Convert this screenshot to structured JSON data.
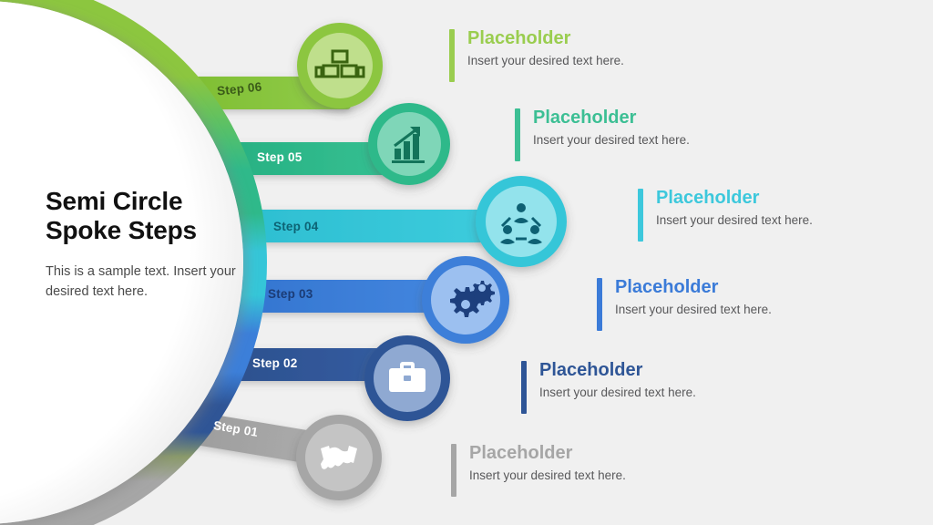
{
  "slide": {
    "background_color": "#f0f0f0",
    "title_line1": "Semi Circle",
    "title_line2": "Spoke Steps",
    "subtitle": "This is a sample text. Insert your desired text here."
  },
  "palette": {
    "green": "#8CC63F",
    "green_light": "#9ACD4F",
    "teal": "#2FB98A",
    "teal_ring": "#2BB888",
    "cyan": "#35C6D8",
    "cyan_ring": "#2FC3D6",
    "blue": "#3C7FD9",
    "blue_heading": "#3B7BD8",
    "navy": "#2F5596",
    "navy_heading": "#2E5596",
    "gray": "#A6A6A6",
    "gray_heading": "#A6A6A6",
    "body_text": "#58585a",
    "title_text": "#111111"
  },
  "steps": [
    {
      "id": "step-06",
      "label": "Step 06",
      "label_color": "#3a5a18",
      "color": "#8CC63F",
      "ring_color": "#7DBE2E",
      "disc_color": "#BFDF8C",
      "icon": "stacked-boxes-icon",
      "icon_color": "#3a6410",
      "heading": "Placeholder",
      "heading_color": "#9ACD4F",
      "body": "Insert your desired text here."
    },
    {
      "id": "step-05",
      "label": "Step 05",
      "label_color": "#ffffff",
      "color": "#2FB98A",
      "ring_color": "#27B183",
      "disc_color": "#7FD6B8",
      "icon": "growth-chart-icon",
      "icon_color": "#13745a",
      "heading": "Placeholder",
      "heading_color": "#3CBF94",
      "body": "Insert your desired text here."
    },
    {
      "id": "step-04",
      "label": "Step 04",
      "label_color": "#0d6374",
      "color": "#35C6D8",
      "ring_color": "#2BBDD0",
      "disc_color": "#93E3EC",
      "icon": "teamwork-icon",
      "icon_color": "#0e6073",
      "heading": "Placeholder",
      "heading_color": "#3DC8DC",
      "body": "Insert your desired text here."
    },
    {
      "id": "step-03",
      "label": "Step 03",
      "label_color": "#1b3c76",
      "color": "#3C7FD9",
      "ring_color": "#3374CF",
      "disc_color": "#9CC0F0",
      "icon": "gears-icon",
      "icon_color": "#1d3f7d",
      "heading": "Placeholder",
      "heading_color": "#3B7BD8",
      "body": "Insert your desired text here."
    },
    {
      "id": "step-02",
      "label": "Step 02",
      "label_color": "#ffffff",
      "color": "#2F5596",
      "ring_color": "#2C4F8C",
      "disc_color": "#8FA9D2",
      "icon": "briefcase-icon",
      "icon_color": "#ffffff",
      "heading": "Placeholder",
      "heading_color": "#2E5596",
      "body": "Insert your desired text here."
    },
    {
      "id": "step-01",
      "label": "Step 01",
      "label_color": "#ffffff",
      "color": "#A6A6A6",
      "ring_color": "#9B9B9B",
      "disc_color": "#C4C4C4",
      "icon": "handshake-icon",
      "icon_color": "#ffffff",
      "heading": "Placeholder",
      "heading_color": "#A6A6A6",
      "body": "Insert your desired text here."
    }
  ]
}
